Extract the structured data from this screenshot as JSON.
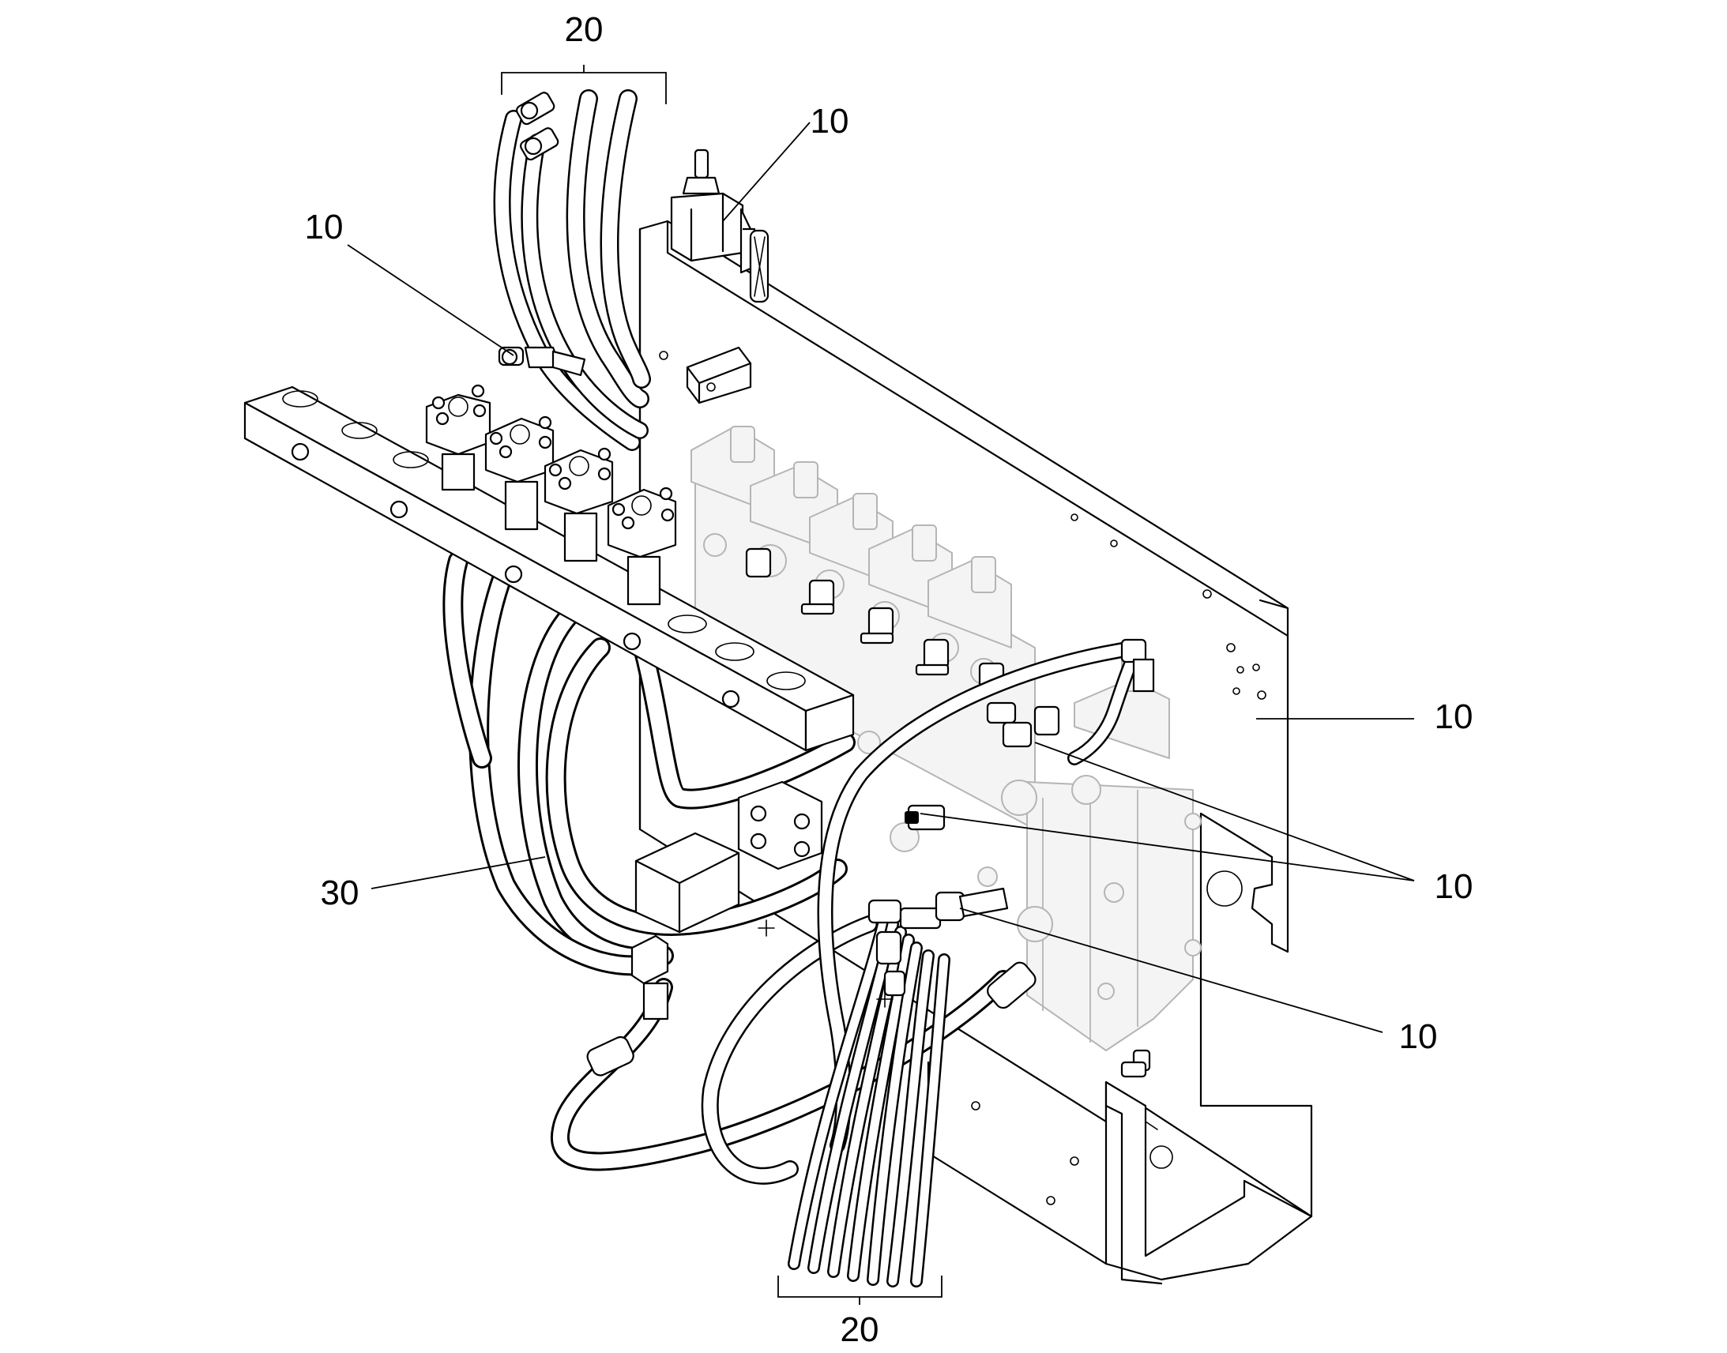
{
  "callouts": [
    {
      "id": "top-bundle",
      "label": "20"
    },
    {
      "id": "sensor-top",
      "label": "10"
    },
    {
      "id": "left-fitting",
      "label": "10"
    },
    {
      "id": "plate",
      "label": "10"
    },
    {
      "id": "valve-pair",
      "label": "10"
    },
    {
      "id": "lower-fitting",
      "label": "10"
    },
    {
      "id": "pipe",
      "label": "30"
    },
    {
      "id": "bottom-bundle",
      "label": "20"
    }
  ]
}
